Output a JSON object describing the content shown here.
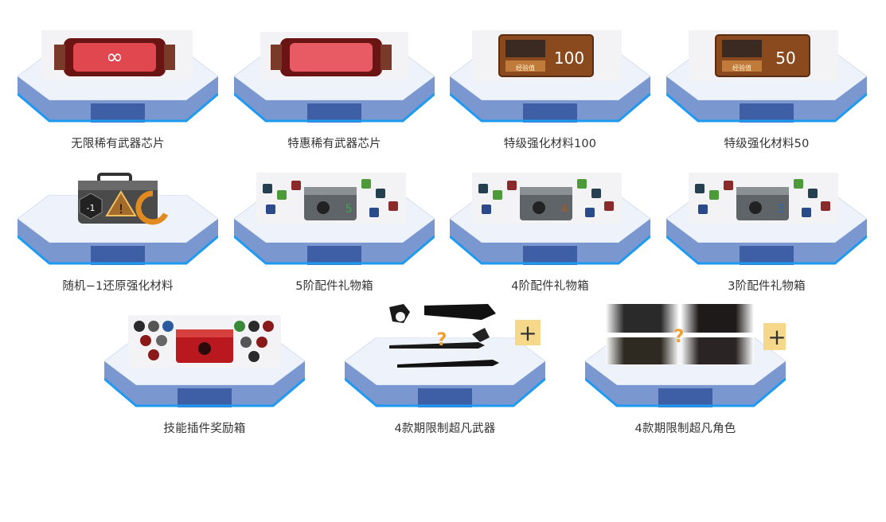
{
  "items": [
    {
      "label": "无限稀有武器芯片",
      "icon": "infinity-chip-icon"
    },
    {
      "label": "特惠稀有武器芯片",
      "icon": "red-chip-icon"
    },
    {
      "label": "特级强化材料100",
      "icon": "toolbox-100-icon",
      "badge": "100",
      "sub": "经验值"
    },
    {
      "label": "特级强化材料50",
      "icon": "toolbox-50-icon",
      "badge": "50",
      "sub": "经验值"
    },
    {
      "label": "随机−1还原强化材料",
      "icon": "restore-case-icon",
      "badge": "-1"
    },
    {
      "label": "5阶配件礼物箱",
      "icon": "parts-box-5-icon",
      "badge": "5"
    },
    {
      "label": "4阶配件礼物箱",
      "icon": "parts-box-4-icon",
      "badge": "4"
    },
    {
      "label": "3阶配件礼物箱",
      "icon": "parts-box-3-icon",
      "badge": "3"
    },
    {
      "label": "技能插件奖励箱",
      "icon": "skill-box-icon"
    },
    {
      "label": "4款期限制超凡武器",
      "icon": "weapons-question-icon",
      "badge": "?",
      "plus": "+"
    },
    {
      "label": "4款期限制超凡角色",
      "icon": "characters-question-icon",
      "badge": "?",
      "plus": "+"
    }
  ],
  "colors": {
    "pedestal_top": "#eef3fb",
    "pedestal_side": "#7b97cf",
    "pedestal_front": "#3e5fa6",
    "pedestal_edge": "#1e9af0",
    "plus_bg": "#f5d88a",
    "question": "#f0a030"
  }
}
